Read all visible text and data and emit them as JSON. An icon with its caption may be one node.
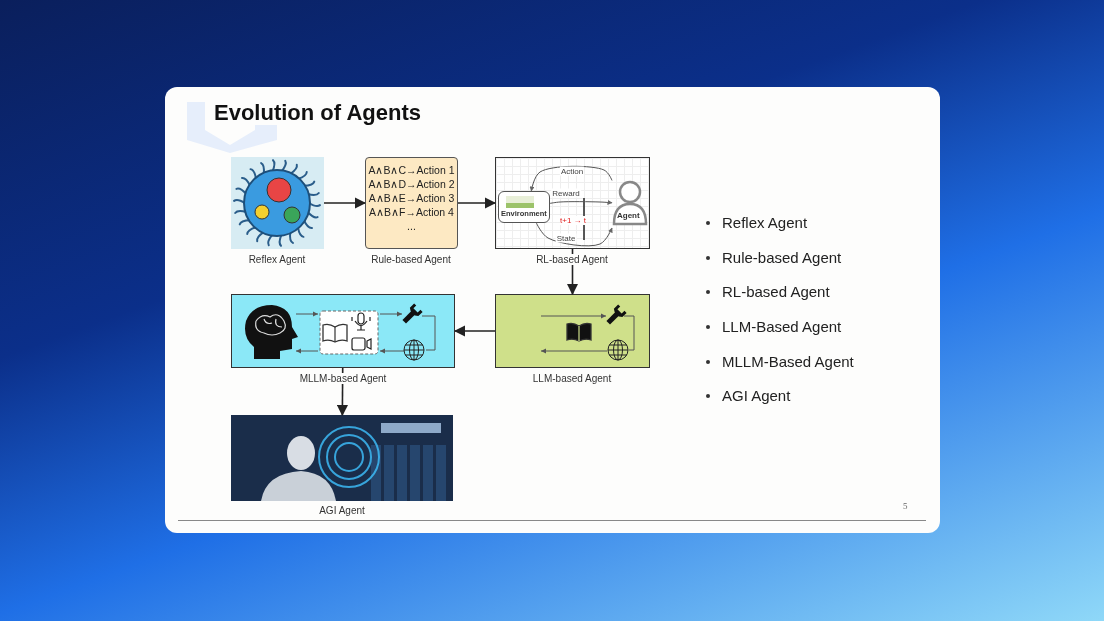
{
  "diagram": {
    "title": "Evolution of Agents",
    "nodes": [
      {
        "text": [],
        "shape": "picture",
        "beside": [
          "Reflex Agent"
        ]
      },
      {
        "text": [
          "A∧B∧C→Action 1",
          "A∧B∧D→Action 2",
          "A∧B∧E→Action 3",
          "A∧B∧F→Action 4",
          "..."
        ],
        "beside": [
          "Rule-based Agent"
        ]
      },
      {
        "text": [],
        "shape": "box",
        "beside": [
          "RL-based Agent"
        ]
      },
      {
        "text": [
          "Environment"
        ],
        "in": 2
      },
      {
        "text": [
          "Agent"
        ],
        "in": 2
      },
      {
        "text": [],
        "shape": "box",
        "beside": [
          "LLM-based Agent"
        ]
      },
      {
        "text": [],
        "shape": "box",
        "beside": [
          "MLLM-based Agent"
        ]
      },
      {
        "text": [],
        "shape": "picture",
        "beside": [
          "AGI Agent"
        ]
      }
    ],
    "edges": [
      {
        "from": 0,
        "to": 1,
        "arrow": "to"
      },
      {
        "from": 1,
        "to": 2,
        "arrow": "to"
      },
      {
        "from": 2,
        "to": 5,
        "arrow": "to"
      },
      {
        "from": 5,
        "to": 6,
        "arrow": "to"
      },
      {
        "from": 6,
        "to": 7,
        "arrow": "to"
      },
      {
        "from": 4,
        "to": 3,
        "arrow": "to",
        "label": "Action"
      },
      {
        "from": 3,
        "to": 4,
        "arrow": "to",
        "label": "Reward"
      },
      {
        "from": 3,
        "to": 4,
        "arrow": "to",
        "label": "State"
      }
    ],
    "labels": [
      "t+1 → t",
      "Reflex Agent",
      "Rule-based Agent",
      "RL-based Agent",
      "LLM-Based Agent",
      "MLLM-Based Agent",
      "AGI Agent",
      "5"
    ]
  }
}
